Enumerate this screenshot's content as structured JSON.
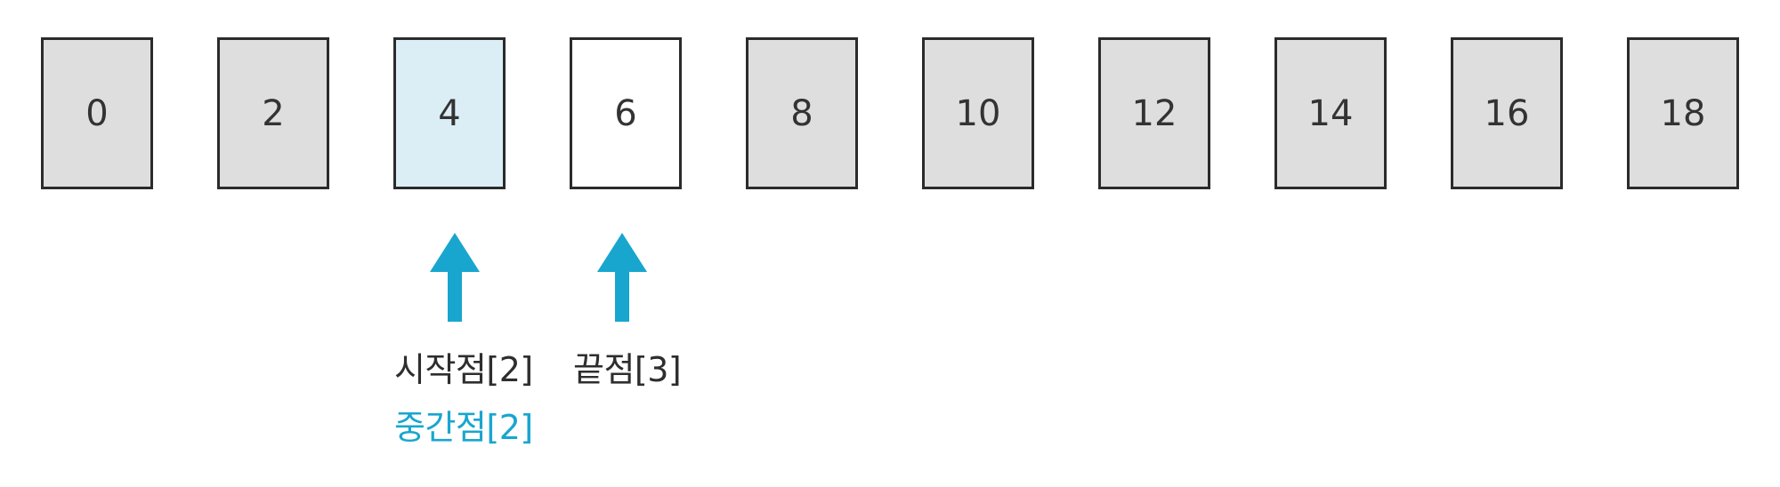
{
  "array": {
    "cells": [
      "0",
      "2",
      "4",
      "6",
      "8",
      "10",
      "12",
      "14",
      "16",
      "18"
    ],
    "start_index": 2,
    "end_index": 3
  },
  "labels": {
    "start": "시작점[2]",
    "end": "끝점[3]",
    "mid": "중간점[2]"
  },
  "colors": {
    "cell_fill": "#dedede",
    "start_fill": "#dbeef6",
    "end_fill": "#ffffff",
    "border": "#2b2b2b",
    "accent": "#18a6cf",
    "label_text": "#2e2e2e"
  }
}
